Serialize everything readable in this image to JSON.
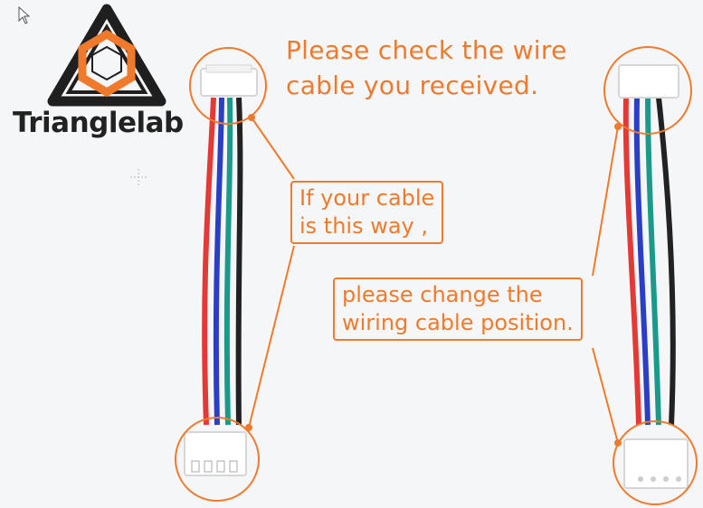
{
  "brand": {
    "name": "Trianglelab"
  },
  "heading": {
    "line1": "Please check the wire",
    "line2": "cable you received."
  },
  "notes": {
    "first": {
      "line1": "If your cable",
      "line2": "is this way ,"
    },
    "second": {
      "line1": "please change the",
      "line2": "wiring cable position."
    }
  },
  "colors": {
    "accent": "#f07a2c",
    "logo_dark": "#1f1f1f",
    "wire_red": "#e53935",
    "wire_blue": "#2b3fc4",
    "wire_green": "#1a9a8a",
    "wire_black": "#222222"
  },
  "cables": {
    "left": {
      "wire_order": [
        "red",
        "blue",
        "green",
        "black"
      ]
    },
    "right": {
      "wire_order": [
        "red",
        "blue",
        "green",
        "black"
      ]
    }
  }
}
